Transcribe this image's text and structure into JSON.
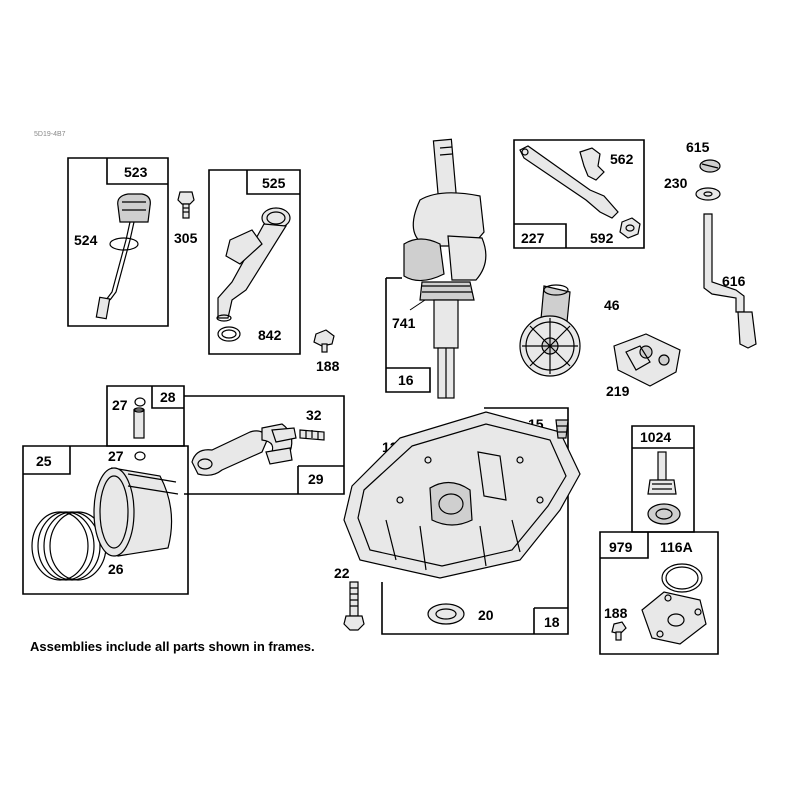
{
  "header_code": "5D19-4B7",
  "labels": {
    "f523": "523",
    "p524": "524",
    "p305": "305",
    "f525": "525",
    "p842": "842",
    "p188a": "188",
    "p741": "741",
    "f16": "16",
    "p562": "562",
    "f227": "227",
    "p592": "592",
    "p615": "615",
    "p230": "230",
    "p616": "616",
    "p46": "46",
    "p219": "219",
    "p27a": "27",
    "f28": "28",
    "p32": "32",
    "f29": "29",
    "f25": "25",
    "p27b": "27",
    "p26": "26",
    "p12": "12",
    "p15": "15",
    "p22": "22",
    "p20": "20",
    "f18": "18",
    "f1024": "1024",
    "f979": "979",
    "p116a": "116A",
    "p188b": "188"
  },
  "note": "Assemblies include all parts shown in frames."
}
